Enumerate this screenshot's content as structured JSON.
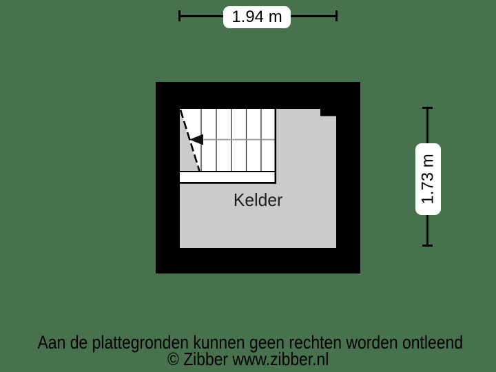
{
  "colors": {
    "background": "#48714d",
    "wall": "#000000",
    "floor": "#cbcbcb",
    "stairs_fill": "#ffffff",
    "dimension_label_bg": "#ffffff",
    "text": "#000000"
  },
  "dimensions": {
    "top": {
      "label": "1.94 m"
    },
    "right": {
      "label": "1.73 m"
    }
  },
  "plan": {
    "room_label": "Kelder"
  },
  "footer": {
    "disclaimer": "Aan de plattegronden kunnen geen rechten worden ontleend",
    "credit": "© Zibber www.zibber.nl"
  }
}
